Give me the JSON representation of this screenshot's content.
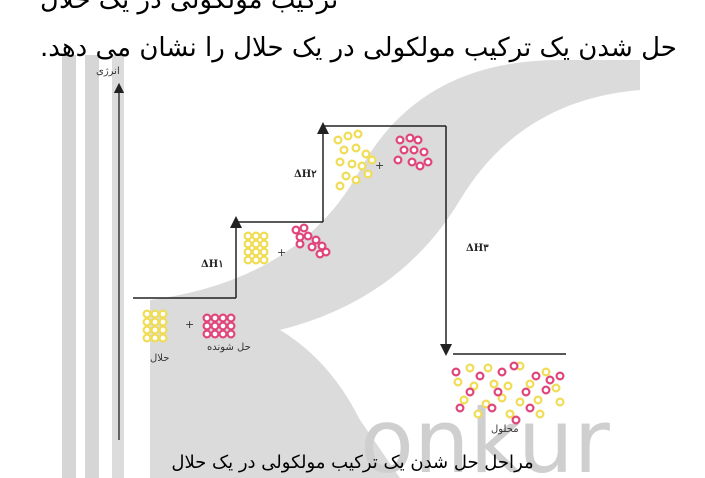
{
  "header": {
    "line1": "حل شدن یک ترکیب مولکولی در یک حلال را نشان می دهد.",
    "line0_partial": "ترکیب مولکولی در یک حلال"
  },
  "diagram": {
    "energy_axis_label": "انرژی",
    "steps": [
      {
        "label": "ΔH۱"
      },
      {
        "label": "ΔH۲"
      },
      {
        "label": "ΔH۳"
      }
    ],
    "plus_sign": "+",
    "solvent_label": "حلال",
    "solute_label": "حل شونده",
    "solution_label": "محلول",
    "colors": {
      "solvent": "#f0dc55",
      "solute": "#e0457b",
      "line": "#222222",
      "watermark": "#cccccc"
    }
  },
  "watermark": {
    "text": "onkur"
  },
  "caption": "مراحل حل شدن یک ترکیب مولکولی در یک حلال"
}
